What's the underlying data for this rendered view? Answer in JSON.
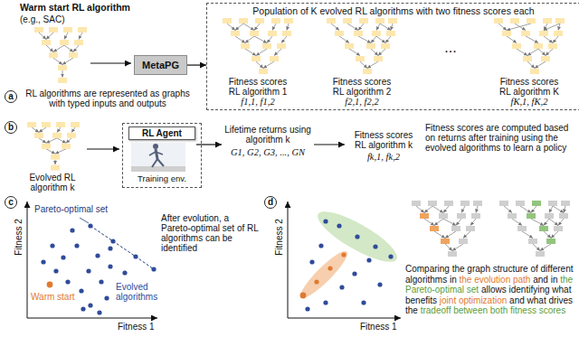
{
  "diagram": {
    "nodes": [
      {
        "text": [
          "a"
        ]
      },
      {
        "text": [
          "MetaPG"
        ]
      },
      {
        "text": [
          "Population of K evolved RL algorithms with two fitness scores each"
        ]
      },
      {
        "text": [
          "b"
        ]
      },
      {
        "text": [
          "Training env."
        ]
      },
      {
        "text": [
          "RL Agent"
        ],
        "in": 4
      },
      {
        "text": [
          "c"
        ]
      },
      {
        "text": [
          "d"
        ]
      }
    ],
    "edges": [
      {
        "from": 1,
        "to": 2,
        "arrow": "to"
      }
    ],
    "labels": [
      "Warm start RL algorithm",
      "(e.g., SAC)",
      "RL algorithms are represented as graphs with typed inputs and outputs",
      "Fitness scores RL algorithm 1",
      "f1,1, f1,2",
      "Fitness scores RL algorithm 2",
      "f2,1, f2,2",
      "...",
      "Fitness scores RL algorithm K",
      "fK,1, fK,2",
      "Evolved RL algorithm k",
      "Lifetime returns using algorithm k",
      "G1, G2, G3, ..., GN",
      "Fitness scores RL algorithm k",
      "fk,1, fk,2",
      "Fitness scores are computed based on returns after training using the evolved algorithms to learn a policy",
      "Pareto-optimal set",
      "Warm start",
      "Evolved algorithms",
      "Fitness 2",
      "Fitness 1",
      "After evolution, a Pareto-optimal set of RL algorithms can be identified",
      "Fitness 2",
      "Fitness 1",
      "Comparing the graph structure of different algorithms in",
      "the evolution path",
      "and in",
      "the Pareto-optimal set",
      "allows identifying what benefits",
      "joint optimization",
      "and what drives the",
      "tradeoff between both fitness scores"
    ]
  }
}
